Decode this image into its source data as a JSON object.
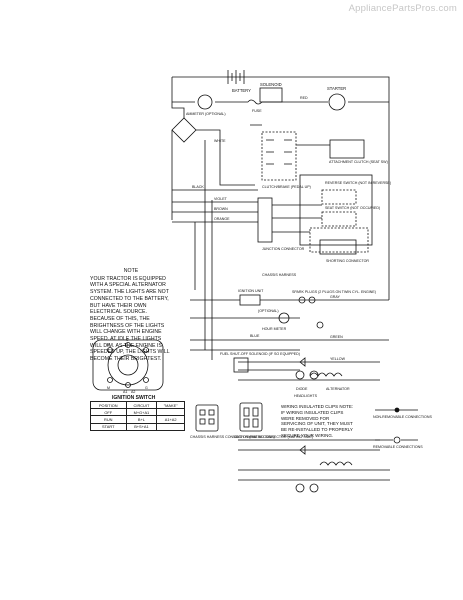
{
  "watermark": "AppliancePartsPros.com",
  "labels": {
    "battery": "BATTERY",
    "solenoid": "SOLENOID",
    "starter": "STARTER",
    "ammeter": "AMMETER (OPTIONAL)",
    "fuse": "FUSE",
    "clutch_brake": "CLUTCH/BRAKE (PEDAL UP)",
    "attachment_clutch": "ATTACHMENT CLUTCH (SEAT SW)",
    "reverse_switch": "REVERSE SWITCH (NOT IN REVERSE)",
    "seat_switch": "SEAT SWITCH (NOT OCCUPIED)",
    "junction_connector": "JUNCTION CONNECTOR",
    "shorting_connector": "SHORTING CONNECTOR",
    "chassis_harness": "CHASSIS HARNESS",
    "ignition_unit": "IGNITION UNIT",
    "spark_plugs": "SPARK PLUGS (2 PLUGS ON TWIN CYL. ENGINE)",
    "optional": "(OPTIONAL)",
    "hour_meter": "HOUR METER",
    "fuel_shutoff": "FUEL SHUT-OFF SOLENOID (IF SO EQUIPPED)",
    "diode": "DIODE",
    "alternator": "ALTERNATOR",
    "headlights": "HEADLIGHTS",
    "chassis_connector": "CHASSIS HARNESS CONNECTOR (MATING SIDE)",
    "dash_connector": "DASH HARNESS CONNECTOR (MATING SIDE)",
    "nonremovable": "NON-REMOVABLE CONNECTIONS",
    "removable": "REMOVABLE CONNECTIONS",
    "ignition_switch_label": "IGNITION SWITCH"
  },
  "wire_colors": {
    "black": "BLACK",
    "white": "WHITE",
    "red": "RED",
    "blue": "BLUE",
    "violet": "VIOLET",
    "orange": "ORANGE",
    "green": "GREEN",
    "yellow": "YELLOW",
    "brown": "BROWN",
    "gray": "GRAY"
  },
  "note": {
    "title": "NOTE",
    "body": "YOUR TRACTOR IS EQUIPPED WITH A SPECIAL ALTERNATOR SYSTEM. THE LIGHTS ARE NOT CONNECTED TO THE BATTERY, BUT HAVE THEIR OWN ELECTRICAL SOURCE. BECAUSE OF THIS, THE BRIGHTNESS OF THE LIGHTS WILL CHANGE WITH ENGINE SPEED. AT IDLE THE LIGHTS WILL DIM. AS THE ENGINE IS SPEEDED UP, THE LIGHTS WILL BECOME THEIR BRIGHTEST."
  },
  "wiring_note": "WIRING INSULATED CLIPS NOTE: IF WIRING INSULATED CLIPS WERE REMOVED FOR SERVICING OF UNIT, THEY MUST BE RE-INSTALLED TO PROPERLY SECURE YOUR WIRING.",
  "ignition_table": {
    "headers": [
      "POSITION",
      "CIRCUIT",
      "\"MAKE\""
    ],
    "rows": [
      [
        "OFF",
        "M+G+A1",
        ""
      ],
      [
        "RUN",
        "B+L",
        "A1+A2"
      ],
      [
        "START",
        "B+S+A1",
        ""
      ]
    ]
  },
  "switch_terminals": [
    "B",
    "L",
    "S",
    "M",
    "G",
    "A1",
    "A2"
  ]
}
